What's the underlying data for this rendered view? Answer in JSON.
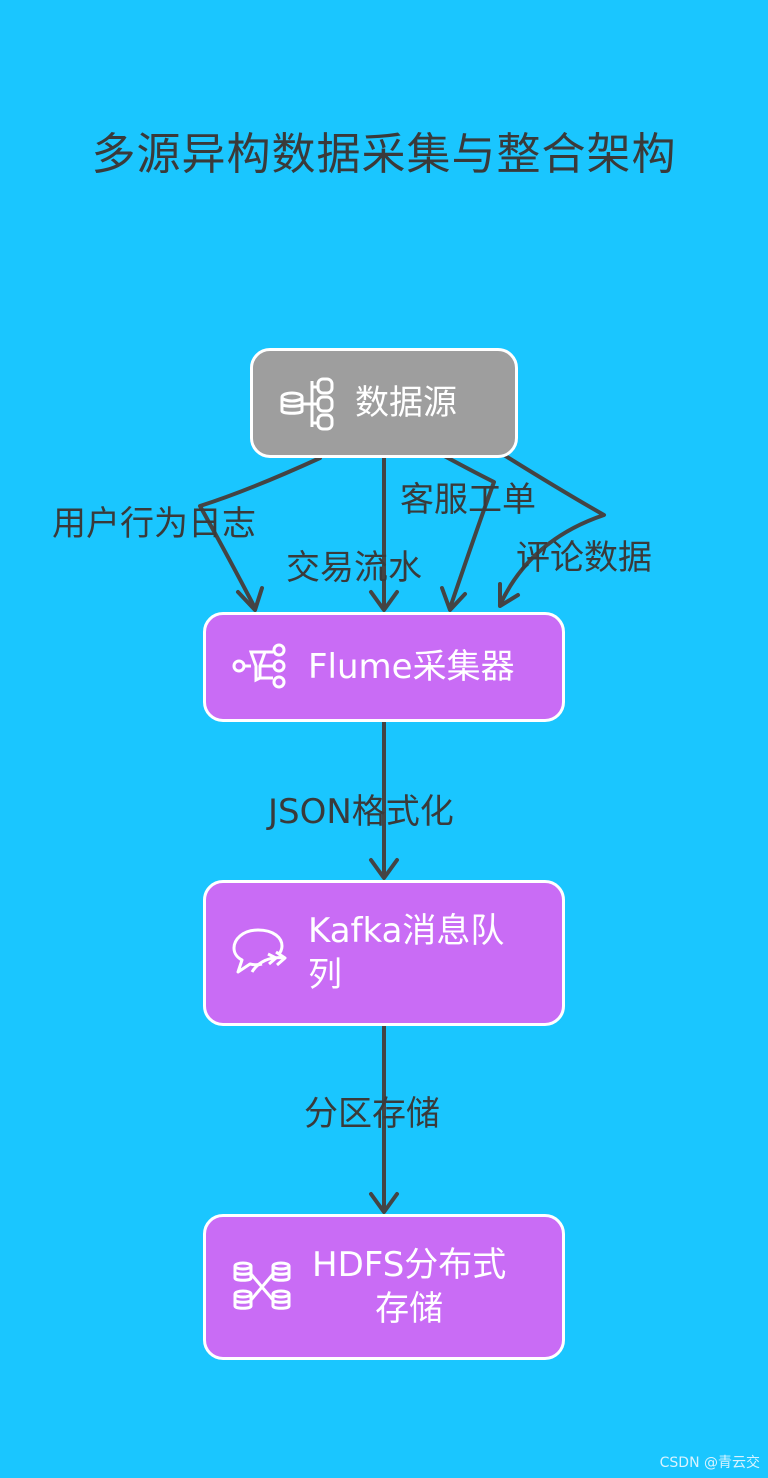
{
  "title": "多源异构数据采集与整合架构",
  "nodes": {
    "source": {
      "label": "数据源",
      "icon": "database-tree-icon"
    },
    "flume": {
      "label": "Flume采集器",
      "icon": "funnel-network-icon"
    },
    "kafka": {
      "label_line1": "Kafka消息队",
      "label_line2": "列",
      "icon": "chat-bubbles-icon"
    },
    "hdfs": {
      "label_line1": "HDFS分布式",
      "label_line2": "存储",
      "icon": "distributed-database-icon"
    }
  },
  "edges": {
    "user_log": "用户行为日志",
    "transaction": "交易流水",
    "service_ticket": "客服工单",
    "review": "评论数据",
    "json_format": "JSON格式化",
    "partition_storage": "分区存储"
  },
  "colors": {
    "background": "#1ac6ff",
    "source_node": "#9e9e9e",
    "process_node": "#c96cf5",
    "edge": "#444444",
    "text": "#3a3a3a"
  },
  "watermark": "CSDN @青云交"
}
